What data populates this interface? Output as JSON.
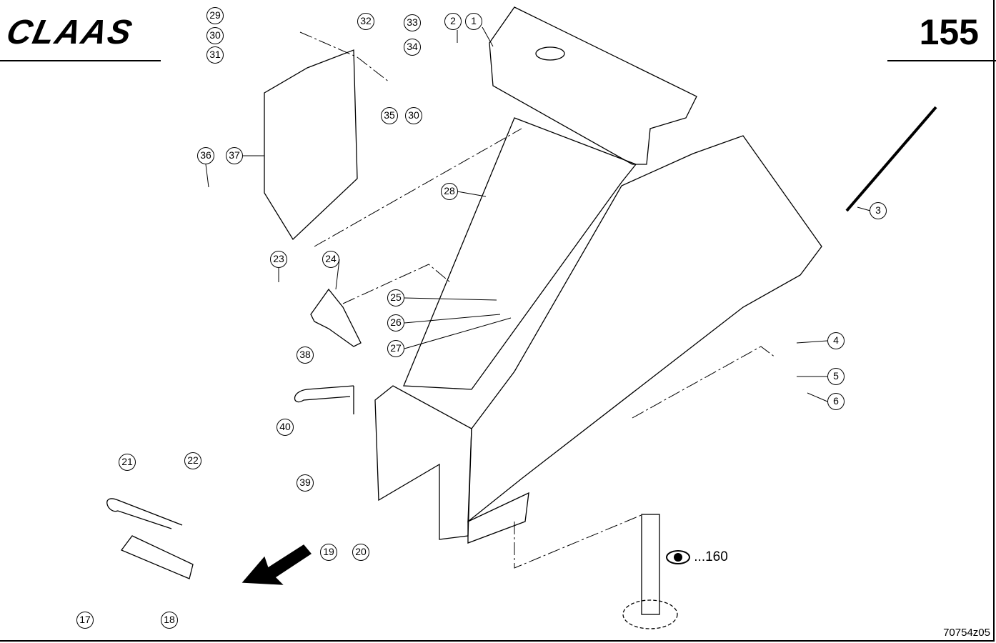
{
  "header": {
    "brand": "CLAAS",
    "page_number": "155"
  },
  "footer": {
    "drawing_number": "70754z05"
  },
  "cross_reference": {
    "icon": "eye-icon",
    "text": "...160"
  },
  "callouts": [
    "29",
    "30",
    "31",
    "32",
    "33",
    "34",
    "2",
    "1",
    "35",
    "30",
    "36",
    "37",
    "28",
    "3",
    "23",
    "24",
    "25",
    "26",
    "27",
    "38",
    "4",
    "5",
    "6",
    "40",
    "39",
    "21",
    "22",
    "19",
    "20",
    "17",
    "18"
  ]
}
